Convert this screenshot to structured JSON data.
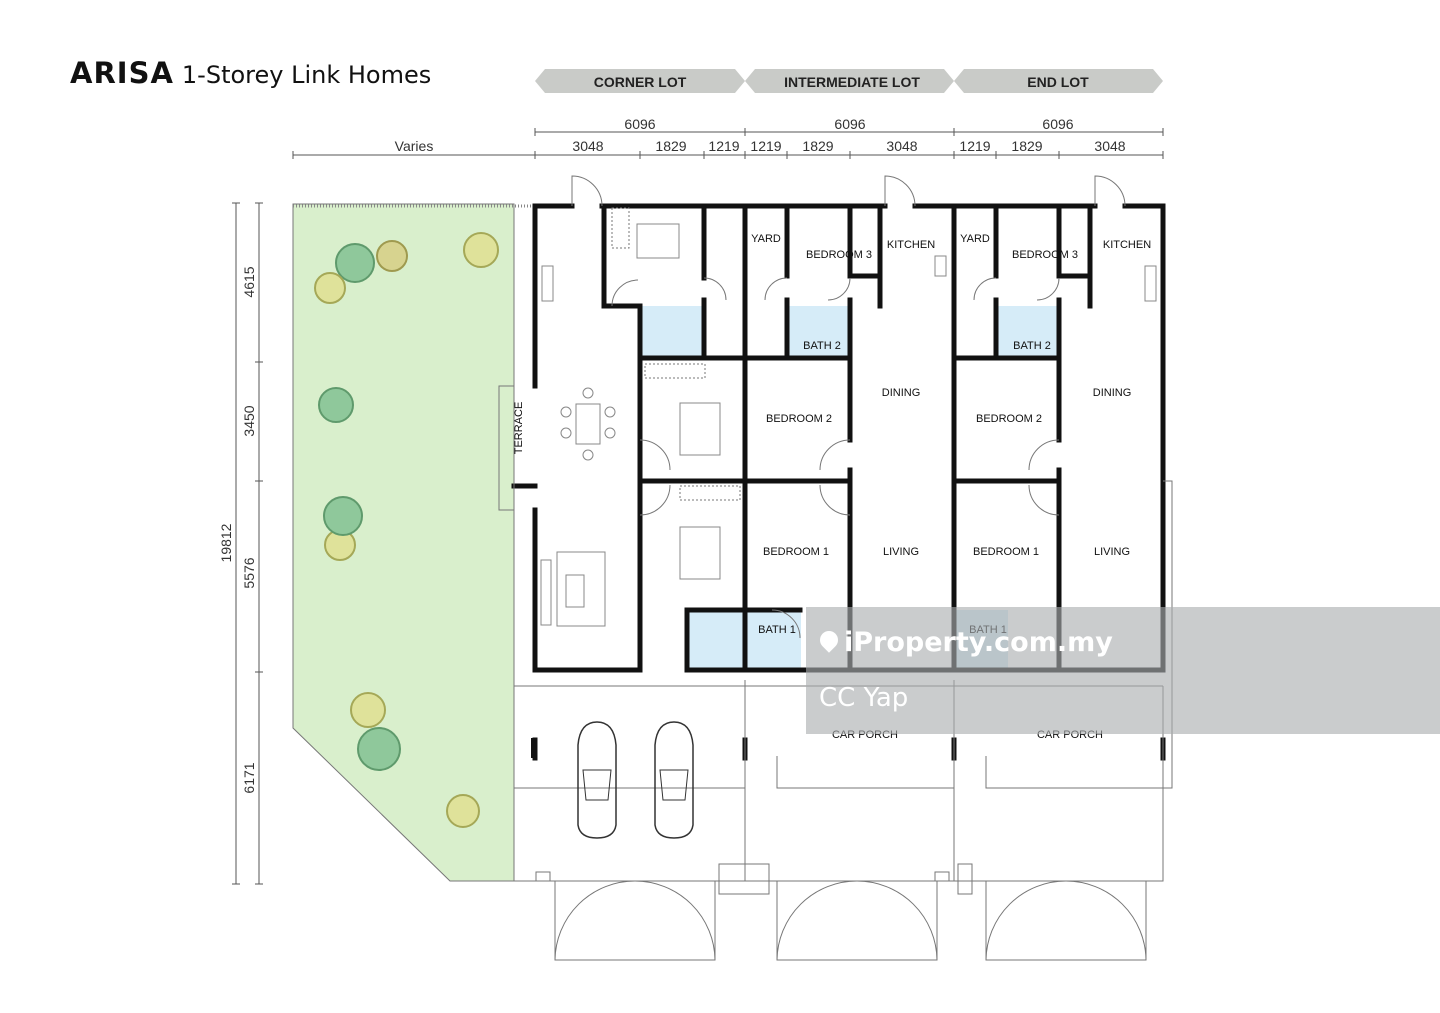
{
  "brand": {
    "name": "ARISA",
    "subtitle": "1-Storey Link Homes"
  },
  "lot_tabs": [
    "CORNER LOT",
    "INTERMEDIATE LOT",
    "END LOT"
  ],
  "dimensions": {
    "lot_widths": [
      "6096",
      "6096",
      "6096"
    ],
    "garden_width": "Varies",
    "segments": [
      "3048",
      "1829",
      "1219",
      "1219",
      "1829",
      "3048",
      "1219",
      "1829",
      "3048"
    ],
    "total_depth": "19812",
    "depth_segments": [
      "4615",
      "3450",
      "5576",
      "6171"
    ]
  },
  "rooms": {
    "terrace": "TERRACE",
    "yard": "YARD",
    "kitchen": "KITCHEN",
    "bedroom3": "BEDROOM 3",
    "bedroom2": "BEDROOM 2",
    "bedroom1": "BEDROOM 1",
    "bath2": "BATH 2",
    "bath1": "BATH 1",
    "dining": "DINING",
    "living": "LIVING",
    "car_porch": "CAR PORCH"
  },
  "watermark": {
    "site": "iProperty.com.my",
    "agent": "CC Yap"
  },
  "colors": {
    "garden": "#d9efcc",
    "tab": "#c9cbc8",
    "wall": "#111111",
    "bath": "#d6ecf8",
    "watermark": "#aaacaf"
  }
}
